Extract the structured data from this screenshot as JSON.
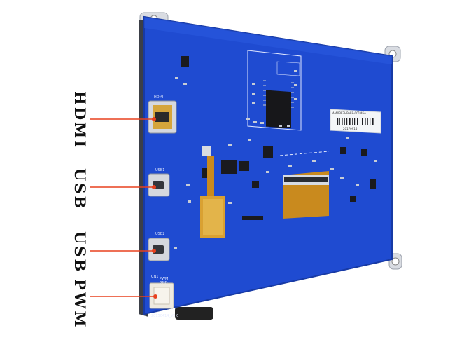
{
  "labels": {
    "hdmi": "HDMI",
    "usb1": "USB",
    "usb2": "USB",
    "pwm": "PWM"
  },
  "silkscreen": {
    "hdmi": "HDMI",
    "usb1": "USB1",
    "usb2": "USB2",
    "pwr_pwm": "PWM",
    "pwr_gnd": "GND",
    "pwr_con": "CN1",
    "version": "20150414_V2.0"
  },
  "sticker": {
    "line1": "A-A0BE7HPAE8-001M5A",
    "line2": "20170915"
  },
  "colors": {
    "pcb": "#1f4bd1",
    "pcb_dark": "#1638a8",
    "leader": "#e8401e",
    "gold": "#d5a53b",
    "fpc": "#c98a1e"
  }
}
